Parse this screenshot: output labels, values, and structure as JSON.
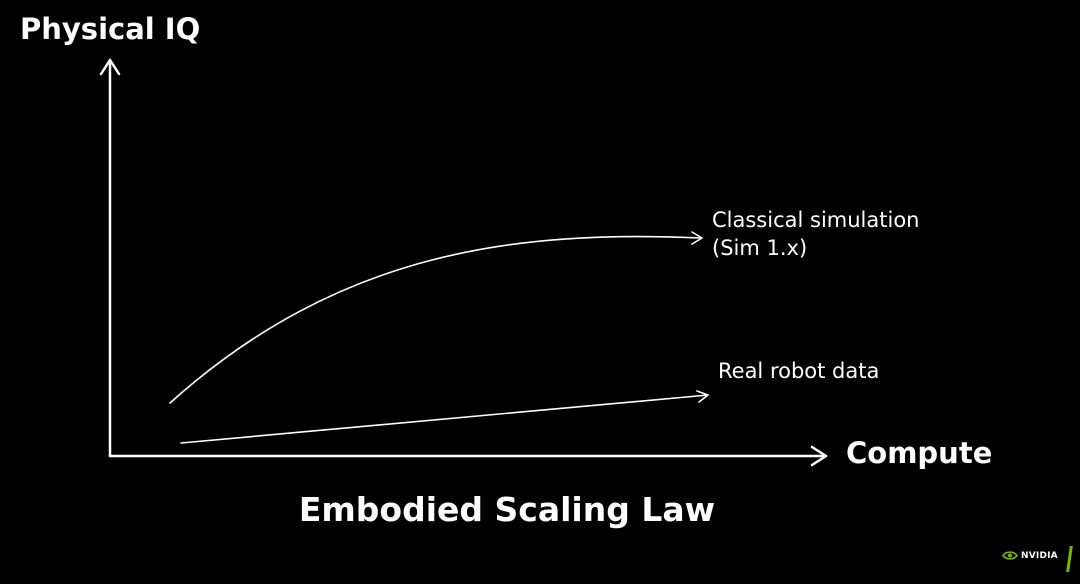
{
  "axes": {
    "y_title": "Physical IQ",
    "x_title": "Compute"
  },
  "title": "Embodied Scaling Law",
  "curves": [
    {
      "label_line1": "Classical simulation",
      "label_line2": "(Sim 1.x)"
    },
    {
      "label_line1": "Real robot data"
    }
  ],
  "logo": {
    "text": "NVIDIA",
    "brand_color": "#76b900"
  },
  "colors": {
    "background": "#000000",
    "foreground": "#ffffff"
  }
}
